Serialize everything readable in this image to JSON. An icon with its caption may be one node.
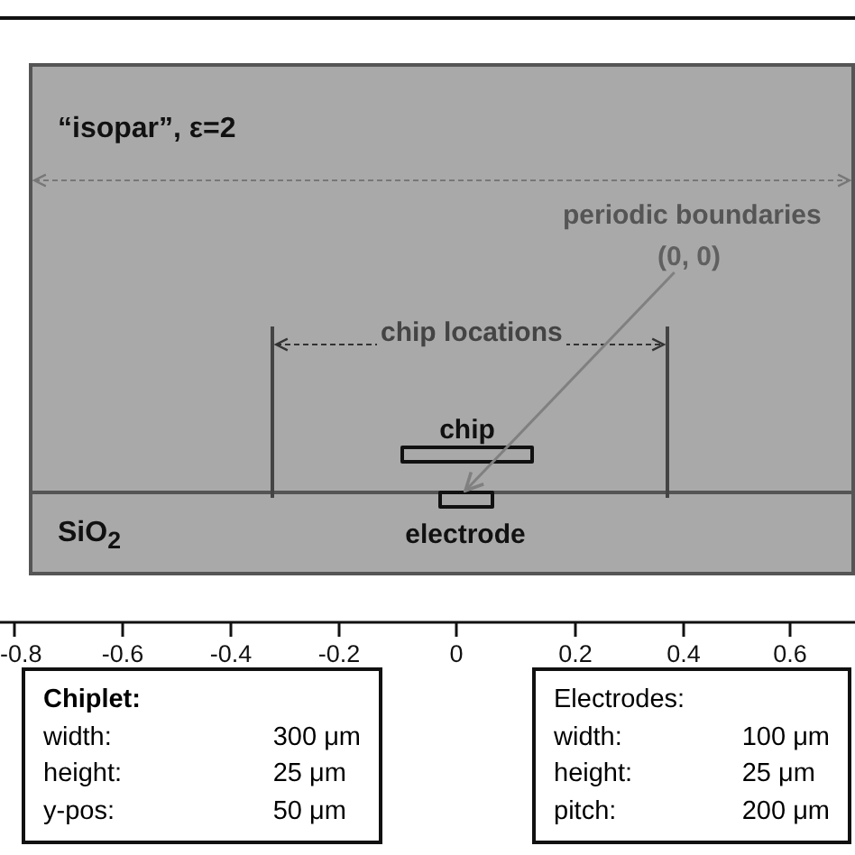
{
  "diagram": {
    "nodes": [
      {
        "text": [
          "“isopar”, ε=2"
        ]
      },
      {
        "text": [
          "SiO$_{2}$"
        ]
      },
      {
        "text": [
          "chip"
        ],
        "in": 0
      },
      {
        "text": [
          "electrode"
        ],
        "in": 1
      },
      {
        "text": [
          "(0, 0)"
        ],
        "in": 0
      },
      {
        "text": [
          "Chiplet:",
          "width:",
          "300 μm",
          "height:",
          "25 μm",
          "y-pos:",
          "50 μm"
        ]
      },
      {
        "text": [
          "Electrodes:",
          "width:",
          "100 μm",
          "height:",
          "25 μm",
          "pitch:",
          "200 μm"
        ]
      }
    ],
    "edges": [
      {
        "from": 4,
        "to": 3,
        "arrow": "to",
        "color": "#808080"
      }
    ],
    "labels": [
      "periodic boundaries",
      "chip locations",
      "-0.8",
      "-0.6",
      "-0.4",
      "-0.2",
      "0",
      "0.2",
      "0.4",
      "0.6"
    ]
  }
}
